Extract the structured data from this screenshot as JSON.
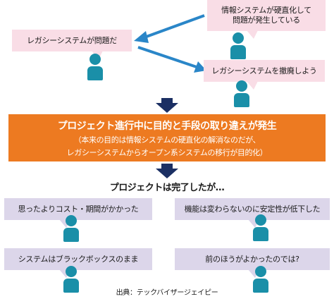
{
  "colors": {
    "problem_bubble": "#f9dde6",
    "outcome_bubble": "#dcd6ea",
    "person": "#1a8fa8",
    "arrow": "#2a86c8",
    "down_arrow": "#1b2f63",
    "highlight_box": "#ed7a21"
  },
  "top": {
    "left_bubble": "レガシーシステムが問題だ",
    "right_top_bubble_line1": "情報システムが硬直化して",
    "right_top_bubble_line2": "問題が発生している",
    "right_bottom_bubble": "レガシーシステムを撤廃しよう"
  },
  "highlight": {
    "title": "プロジェクト進行中に目的と手段の取り違えが発生",
    "line1": "（本来の目的は情報システムの硬直化の解消なのだが、",
    "line2": "レガシーシステムからオープン系システムの移行が目的化）"
  },
  "middle_text": "プロジェクトは完了したが…",
  "outcomes": {
    "top_left": "思ったよりコスト・期間がかかった",
    "top_right": "機能は変わらないのに安定性が低下した",
    "bottom_left": "システムはブラックボックスのまま",
    "bottom_right": "前のほうがよかったのでは?"
  },
  "source": "出典：テックバイザージェイピー"
}
